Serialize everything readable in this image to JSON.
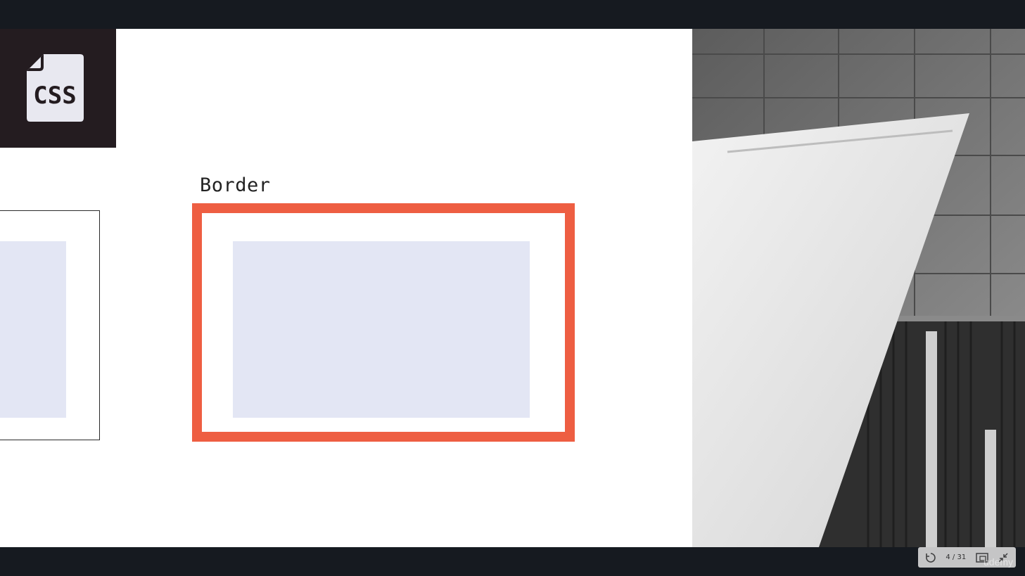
{
  "slide": {
    "logo_text": "CSS",
    "section_label": "Border",
    "colors": {
      "border_accent": "#ee5e42",
      "content_fill": "#e3e6f4",
      "logo_background": "#241c20",
      "logo_page": "#e8e8f0"
    }
  },
  "player": {
    "page_counter": "4 / 31",
    "icons": [
      "replay-icon",
      "picture-in-picture-icon",
      "exit-fullscreen-icon"
    ]
  },
  "watermark": "udemy"
}
